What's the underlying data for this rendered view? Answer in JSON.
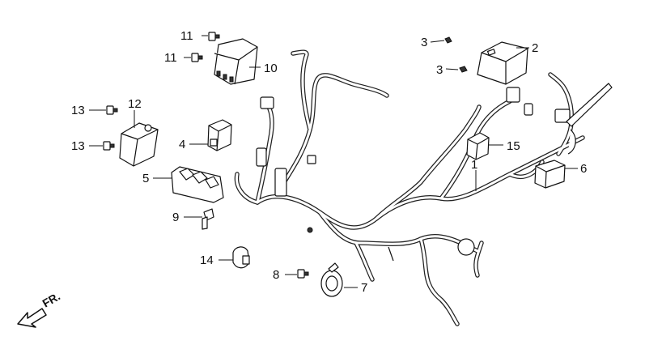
{
  "direction_label": "FR.",
  "callouts": [
    {
      "id": "c1",
      "text": "1"
    },
    {
      "id": "c2",
      "text": "2"
    },
    {
      "id": "c3a",
      "text": "3"
    },
    {
      "id": "c3b",
      "text": "3"
    },
    {
      "id": "c4",
      "text": "4"
    },
    {
      "id": "c5",
      "text": "5"
    },
    {
      "id": "c6",
      "text": "6"
    },
    {
      "id": "c7",
      "text": "7"
    },
    {
      "id": "c8",
      "text": "8"
    },
    {
      "id": "c9",
      "text": "9"
    },
    {
      "id": "c10",
      "text": "10"
    },
    {
      "id": "c11a",
      "text": "11"
    },
    {
      "id": "c11b",
      "text": "11"
    },
    {
      "id": "c12",
      "text": "12"
    },
    {
      "id": "c13a",
      "text": "13"
    },
    {
      "id": "c13b",
      "text": "13"
    },
    {
      "id": "c14",
      "text": "14"
    },
    {
      "id": "c15",
      "text": "15"
    }
  ]
}
